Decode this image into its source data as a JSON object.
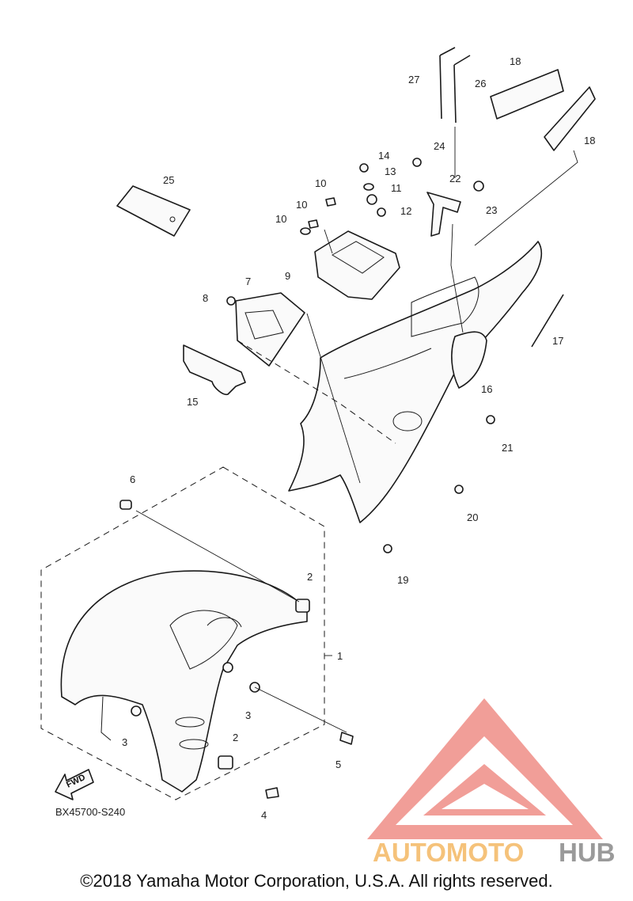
{
  "diagram_code": "BX45700-S240",
  "fwd_label": "FWD",
  "copyright": "©2018 Yamaha Motor Corporation, U.S.A. All rights reserved.",
  "watermark": {
    "text_a": "AUTOMOTO",
    "text_b": "HUB",
    "color_a": "#f5c27a",
    "color_b": "#9a9a9a",
    "logo_color": "#ef8d86"
  },
  "callouts": {
    "n1": "1",
    "n2a": "2",
    "n2b": "2",
    "n3a": "3",
    "n3b": "3",
    "n4": "4",
    "n5": "5",
    "n6": "6",
    "n7": "7",
    "n8": "8",
    "n9": "9",
    "n10a": "10",
    "n10b": "10",
    "n10c": "10",
    "n11": "11",
    "n12": "12",
    "n13": "13",
    "n14": "14",
    "n15": "15",
    "n16": "16",
    "n17": "17",
    "n18a": "18",
    "n18b": "18",
    "n19": "19",
    "n20": "20",
    "n21": "21",
    "n22": "22",
    "n23": "23",
    "n24": "24",
    "n25": "25",
    "n26": "26",
    "n27": "27"
  }
}
